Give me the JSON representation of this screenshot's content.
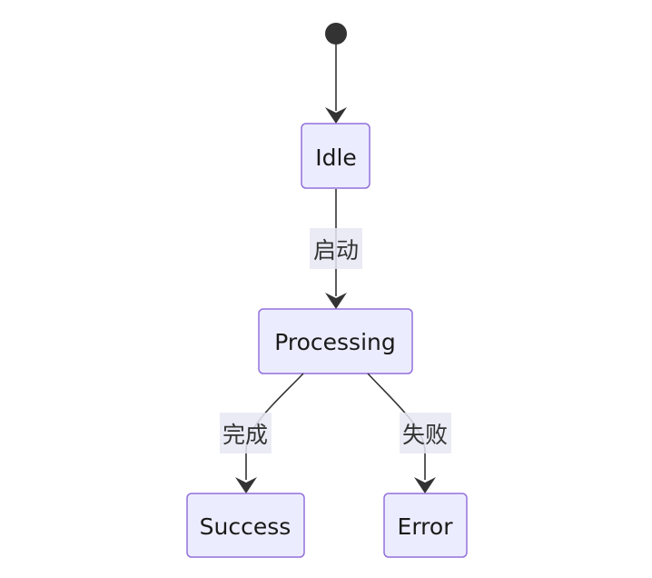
{
  "diagram": {
    "type": "state",
    "states": {
      "idle": "Idle",
      "processing": "Processing",
      "success": "Success",
      "error": "Error"
    },
    "transitions": {
      "idle_to_processing": "启动",
      "processing_to_success": "完成",
      "processing_to_error": "失败"
    }
  }
}
